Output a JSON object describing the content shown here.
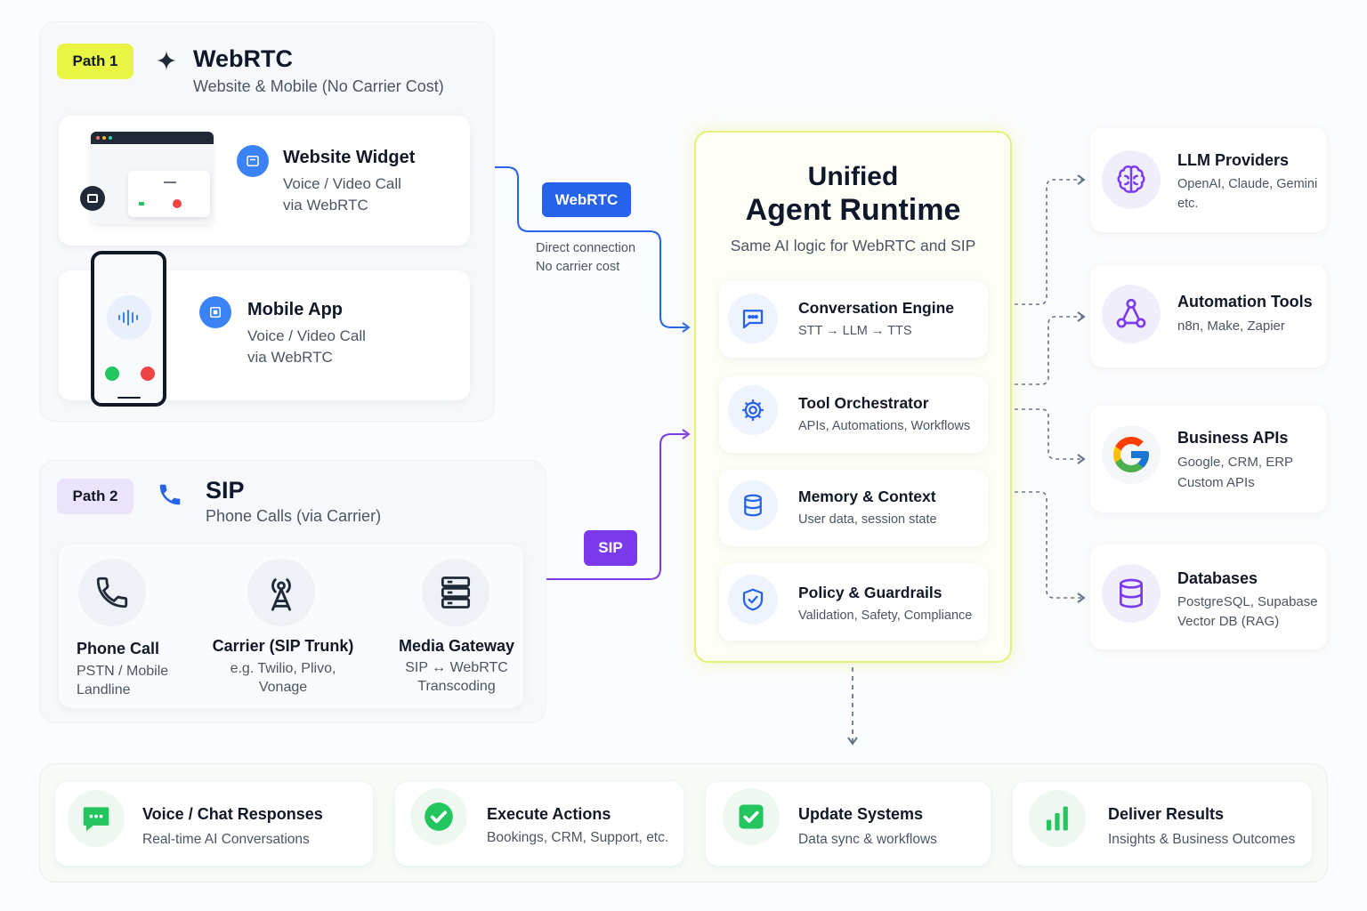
{
  "path1": {
    "tag": "Path 1",
    "title": "WebRTC",
    "subtitle": "Website & Mobile (No Carrier Cost)",
    "website": {
      "title": "Website Widget",
      "line1": "Voice / Video Call",
      "line2": "via WebRTC"
    },
    "mobile": {
      "title": "Mobile App",
      "line1": "Voice / Video Call",
      "line2": "via WebRTC"
    }
  },
  "path2": {
    "tag": "Path 2",
    "title": "SIP",
    "subtitle": "Phone Calls (via Carrier)",
    "steps": [
      {
        "title": "Phone Call",
        "line1": "PSTN / Mobile",
        "line2": "Landline"
      },
      {
        "title": "Carrier (SIP Trunk)",
        "line1": "e.g. Twilio, Plivo,",
        "line2": "Vonage"
      },
      {
        "title": "Media Gateway",
        "line1": "SIP ↔ WebRTC",
        "line2": "Transcoding"
      }
    ]
  },
  "connectors": {
    "webrtc_badge": "WebRTC",
    "webrtc_note1": "Direct connection",
    "webrtc_note2": "No carrier cost",
    "sip_badge": "SIP"
  },
  "runtime": {
    "title1": "Unified",
    "title2": "Agent Runtime",
    "subtitle": "Same AI logic for WebRTC and SIP",
    "modules": [
      {
        "title": "Conversation Engine",
        "desc": "STT → LLM → TTS",
        "icon": "chat-icon"
      },
      {
        "title": "Tool Orchestrator",
        "desc": "APIs, Automations, Workflows",
        "icon": "gear-icon"
      },
      {
        "title": "Memory & Context",
        "desc": "User data, session state",
        "icon": "database-icon"
      },
      {
        "title": "Policy & Guardrails",
        "desc": "Validation, Safety, Compliance",
        "icon": "shield-icon"
      }
    ]
  },
  "integrations": [
    {
      "title": "LLM Providers",
      "line1": "OpenAI, Claude, Gemini",
      "line2": "etc.",
      "icon": "brain-icon"
    },
    {
      "title": "Automation Tools",
      "line1": "n8n, Make, Zapier",
      "line2": "",
      "icon": "workflow-icon"
    },
    {
      "title": "Business APIs",
      "line1": "Google, CRM, ERP",
      "line2": "Custom APIs",
      "icon": "google-icon"
    },
    {
      "title": "Databases",
      "line1": "PostgreSQL, Supabase",
      "line2": "Vector DB (RAG)",
      "icon": "database-icon"
    }
  ],
  "outputs": [
    {
      "title": "Voice / Chat Responses",
      "desc": "Real-time AI Conversations",
      "icon": "chat-bubble-icon"
    },
    {
      "title": "Execute Actions",
      "desc": "Bookings, CRM, Support, etc.",
      "icon": "check-circle-icon"
    },
    {
      "title": "Update Systems",
      "desc": "Data sync & workflows",
      "icon": "check-square-icon"
    },
    {
      "title": "Deliver Results",
      "desc": "Insights & Business Outcomes",
      "icon": "bar-chart-icon"
    }
  ],
  "colors": {
    "webrtc_blue": "#2563eb",
    "sip_purple": "#7c3aed",
    "runtime_border": "#e5f07a",
    "path1_tag": "#e8f542",
    "path2_tag": "#ebe3fb",
    "green": "#22c55e"
  }
}
